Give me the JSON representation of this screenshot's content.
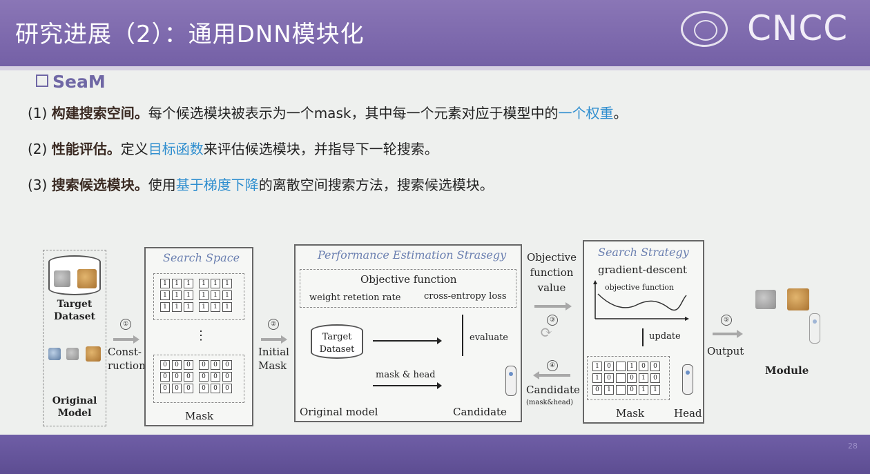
{
  "header": {
    "title": "研究进展（2）：通用DNN模块化",
    "logo_text": "CNCC"
  },
  "section": "SeaM",
  "bullets": [
    {
      "num": "(1)",
      "bold": "构建搜索空间。",
      "text_a": "每个候选模块被表示为一个mask，其中每一个元素对应于模型中的",
      "highlight": "一个权重",
      "text_b": "。"
    },
    {
      "num": "(2)",
      "bold": "性能评估。",
      "text_a": "定义",
      "highlight": "目标函数",
      "text_b": "来评估候选模块，并指导下一轮搜索。"
    },
    {
      "num": "(3)",
      "bold": "搜索候选模块。",
      "text_a": "使用",
      "highlight": "基于梯度下降",
      "text_b": "的离散空间搜索方法，搜索候选模块。"
    }
  ],
  "diagram": {
    "left": {
      "target_dataset": "Target\nDataset",
      "original_model": "Original\nModel"
    },
    "step1": {
      "num": "①",
      "label": "Const-\nruction"
    },
    "search_space": {
      "title": "Search Space",
      "dots": "⋮",
      "mask_label": "Mask",
      "top_grids": [
        [
          "1",
          "1",
          "1",
          "1",
          "1",
          "1",
          "1",
          "1",
          "1"
        ],
        [
          "1",
          "1",
          "1",
          "1",
          "1",
          "1",
          "1",
          "1",
          "1"
        ]
      ],
      "bottom_grids": [
        [
          "0",
          "0",
          "0",
          "0",
          "0",
          "0",
          "0",
          "0",
          "0"
        ],
        [
          "0",
          "0",
          "0",
          "0",
          "0",
          "0",
          "0",
          "0",
          "0"
        ]
      ]
    },
    "step2": {
      "num": "②",
      "label": "Initial\nMask"
    },
    "pes": {
      "title": "Performance Estimation Strasegy",
      "objective": "Objective function",
      "left_term": "weight retetion rate",
      "right_term": "cross-entropy loss",
      "target": "Target\nDataset",
      "evaluate": "evaluate",
      "mask_head": "mask & head",
      "original_model": "Original model",
      "candidate": "Candidate"
    },
    "middle": {
      "obj_value": "Objective\nfunction\nvalue",
      "step3": "③",
      "step4": "④",
      "candidate": "Candidate",
      "candidate_sub": "(mask&head)"
    },
    "search_strategy": {
      "title": "Search Strategy",
      "subtitle": "gradient-descent",
      "plot_label": "objective function",
      "update": "update",
      "mask_label": "Mask",
      "head_label": "Head",
      "grids": [
        [
          "1",
          "0",
          "",
          "1",
          "0",
          "",
          "0",
          "1",
          ""
        ],
        [
          "1",
          "0",
          "0",
          "0",
          "1",
          "0",
          "0",
          "1",
          "1"
        ]
      ]
    },
    "output": {
      "num": "⑤",
      "label": "Output",
      "module": "Module"
    }
  },
  "page_number": "28"
}
